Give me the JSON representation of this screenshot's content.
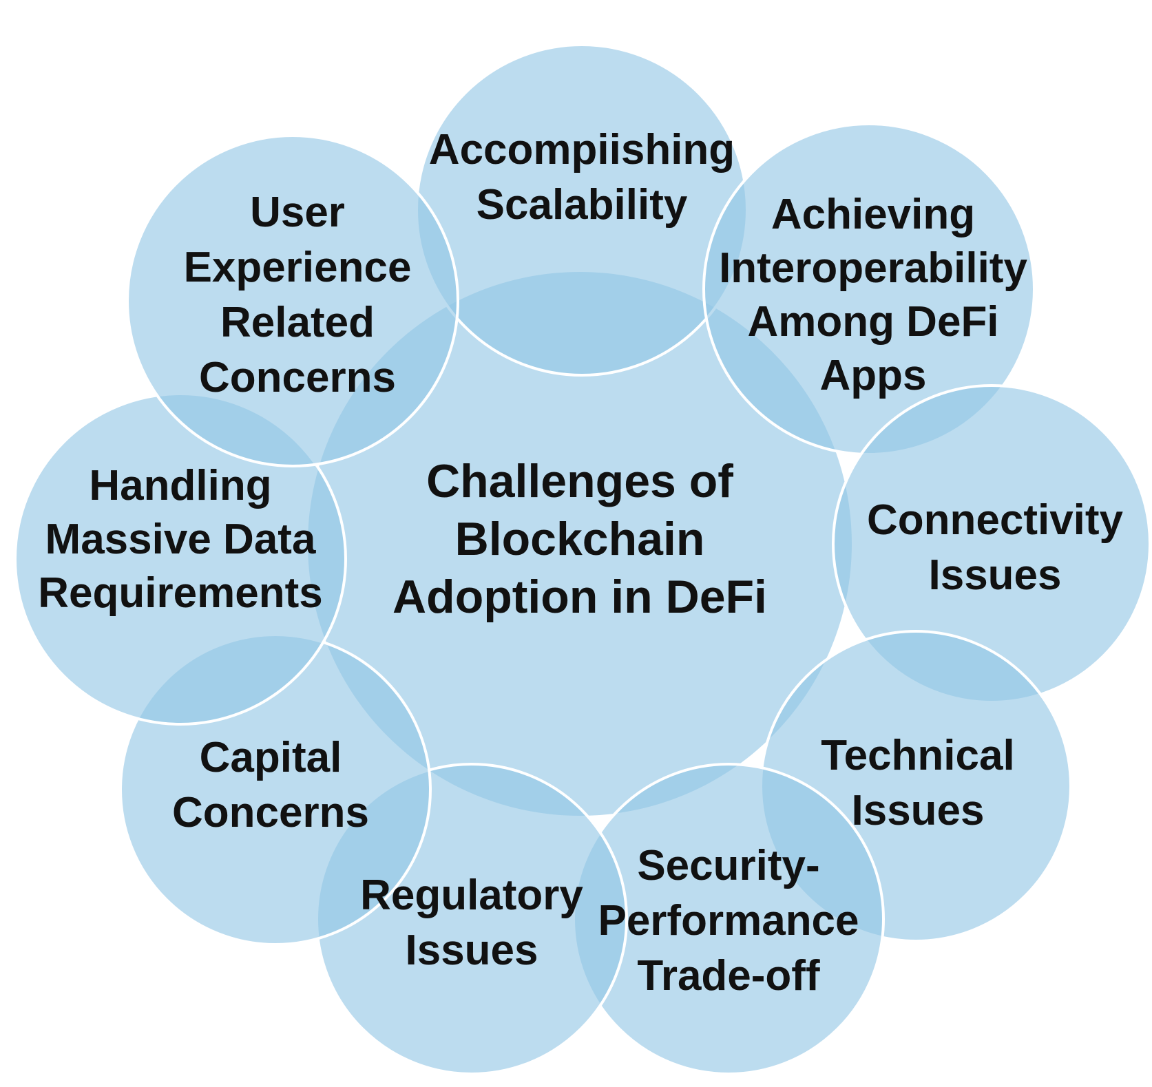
{
  "diagram": {
    "center": {
      "lines": [
        "Challenges of",
        "Blockchain",
        "Adoption in DeFi"
      ]
    },
    "nodes": [
      {
        "id": "scalability",
        "lines": [
          "Accompiishing",
          "Scalability"
        ]
      },
      {
        "id": "interoperability",
        "lines": [
          "Achieving",
          "Interoperability",
          "Among DeFi",
          "Apps"
        ]
      },
      {
        "id": "connectivity",
        "lines": [
          "Connectivity",
          "Issues"
        ]
      },
      {
        "id": "technical",
        "lines": [
          "Technical",
          "Issues"
        ]
      },
      {
        "id": "security-performance",
        "lines": [
          "Security-",
          "Performance",
          "Trade-off"
        ]
      },
      {
        "id": "regulatory",
        "lines": [
          "Regulatory",
          "Issues"
        ]
      },
      {
        "id": "capital",
        "lines": [
          "Capital",
          "Concerns"
        ]
      },
      {
        "id": "massive-data",
        "lines": [
          "Handling",
          "Massive Data",
          "Requirements"
        ]
      },
      {
        "id": "user-experience",
        "lines": [
          "User",
          "Experience",
          "Related",
          "Concerns"
        ]
      }
    ],
    "colors": {
      "circle_fill": "#93c7e5",
      "circle_stroke": "#ffffff",
      "text": "#111111"
    }
  }
}
